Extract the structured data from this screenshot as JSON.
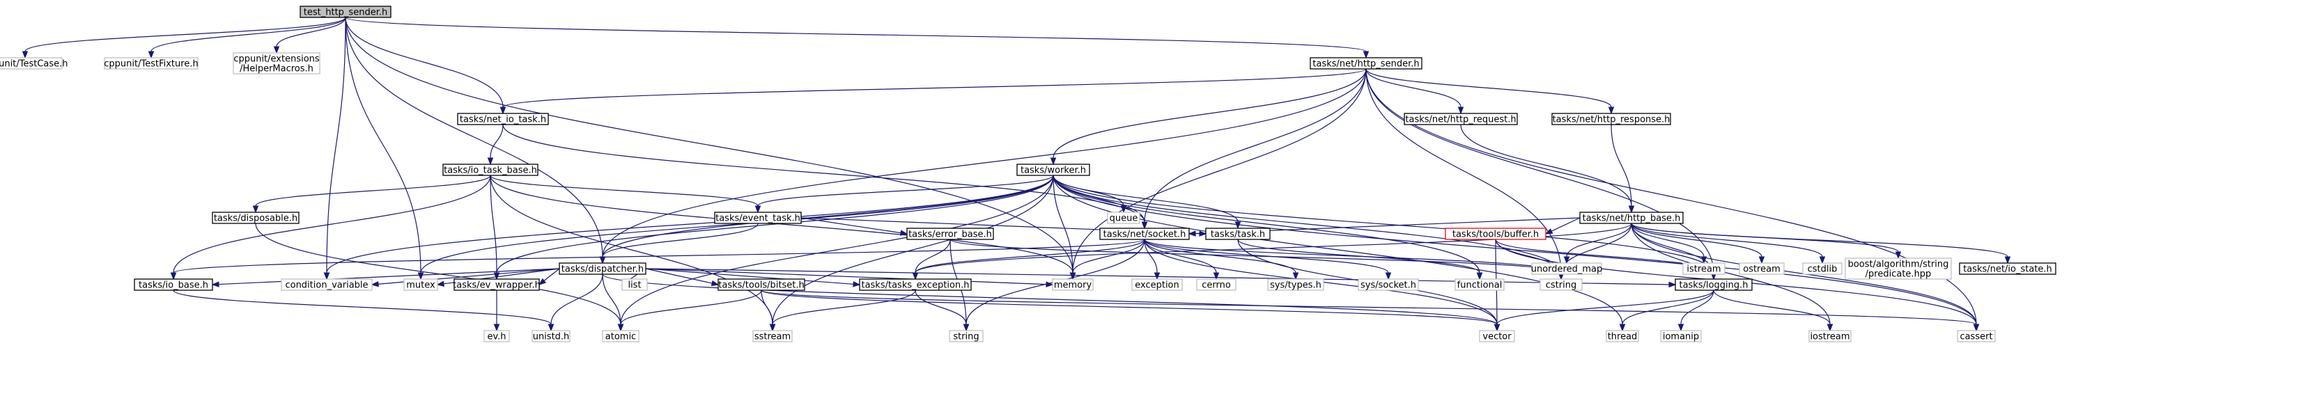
{
  "graph": {
    "nodes": [
      {
        "id": "test_http_sender",
        "label": [
          "test_http_sender.h"
        ],
        "kind": "root"
      },
      {
        "id": "cppunit_testcase",
        "label": [
          "cppunit/TestCase.h"
        ],
        "kind": "external"
      },
      {
        "id": "cppunit_testfixture",
        "label": [
          "cppunit/TestFixture.h"
        ],
        "kind": "external"
      },
      {
        "id": "cppunit_helpermacros",
        "label": [
          "cppunit/extensions",
          "/HelperMacros.h"
        ],
        "kind": "external"
      },
      {
        "id": "tasks_net_http_sender",
        "label": [
          "tasks/net/http_sender.h"
        ],
        "kind": "internal"
      },
      {
        "id": "tasks_net_io_task",
        "label": [
          "tasks/net_io_task.h"
        ],
        "kind": "internal"
      },
      {
        "id": "tasks_net_http_request",
        "label": [
          "tasks/net/http_request.h"
        ],
        "kind": "internal"
      },
      {
        "id": "tasks_net_http_response",
        "label": [
          "tasks/net/http_response.h"
        ],
        "kind": "internal"
      },
      {
        "id": "tasks_io_task_base",
        "label": [
          "tasks/io_task_base.h"
        ],
        "kind": "internal"
      },
      {
        "id": "tasks_worker",
        "label": [
          "tasks/worker.h"
        ],
        "kind": "internal"
      },
      {
        "id": "queue",
        "label": [
          "queue"
        ],
        "kind": "external"
      },
      {
        "id": "tasks_disposable",
        "label": [
          "tasks/disposable.h"
        ],
        "kind": "internal"
      },
      {
        "id": "tasks_event_task",
        "label": [
          "tasks/event_task.h"
        ],
        "kind": "internal"
      },
      {
        "id": "tasks_net_http_base",
        "label": [
          "tasks/net/http_base.h"
        ],
        "kind": "internal"
      },
      {
        "id": "tasks_task",
        "label": [
          "tasks/task.h"
        ],
        "kind": "internal"
      },
      {
        "id": "tasks_error_base",
        "label": [
          "tasks/error_base.h"
        ],
        "kind": "internal"
      },
      {
        "id": "tasks_net_socket",
        "label": [
          "tasks/net/socket.h"
        ],
        "kind": "internal"
      },
      {
        "id": "tasks_tools_buffer",
        "label": [
          "tasks/tools/buffer.h"
        ],
        "kind": "missing"
      },
      {
        "id": "unordered_map",
        "label": [
          "unordered_map"
        ],
        "kind": "external"
      },
      {
        "id": "istream",
        "label": [
          "istream"
        ],
        "kind": "external"
      },
      {
        "id": "ostream",
        "label": [
          "ostream"
        ],
        "kind": "external"
      },
      {
        "id": "cstdlib",
        "label": [
          "cstdlib"
        ],
        "kind": "external"
      },
      {
        "id": "boost_predicate",
        "label": [
          "boost/algorithm/string",
          "/predicate.hpp"
        ],
        "kind": "external"
      },
      {
        "id": "tasks_net_io_state",
        "label": [
          "tasks/net/io_state.h"
        ],
        "kind": "internal"
      },
      {
        "id": "tasks_dispatcher",
        "label": [
          "tasks/dispatcher.h"
        ],
        "kind": "internal"
      },
      {
        "id": "tasks_io_base",
        "label": [
          "tasks/io_base.h"
        ],
        "kind": "internal"
      },
      {
        "id": "condition_variable",
        "label": [
          "condition_variable"
        ],
        "kind": "external"
      },
      {
        "id": "mutex",
        "label": [
          "mutex"
        ],
        "kind": "external"
      },
      {
        "id": "tasks_ev_wrapper",
        "label": [
          "tasks/ev_wrapper.h"
        ],
        "kind": "internal"
      },
      {
        "id": "list",
        "label": [
          "list"
        ],
        "kind": "external"
      },
      {
        "id": "memory",
        "label": [
          "memory"
        ],
        "kind": "external"
      },
      {
        "id": "tasks_tasks_exception",
        "label": [
          "tasks/tasks_exception.h"
        ],
        "kind": "internal"
      },
      {
        "id": "tasks_tools_bitset",
        "label": [
          "tasks/tools/bitset.h"
        ],
        "kind": "internal"
      },
      {
        "id": "exception",
        "label": [
          "exception"
        ],
        "kind": "external"
      },
      {
        "id": "cerrno",
        "label": [
          "cerrno"
        ],
        "kind": "external"
      },
      {
        "id": "sys_types",
        "label": [
          "sys/types.h"
        ],
        "kind": "external"
      },
      {
        "id": "sys_socket",
        "label": [
          "sys/socket.h"
        ],
        "kind": "external"
      },
      {
        "id": "functional",
        "label": [
          "functional"
        ],
        "kind": "external"
      },
      {
        "id": "cstring",
        "label": [
          "cstring"
        ],
        "kind": "external"
      },
      {
        "id": "tasks_logging",
        "label": [
          "tasks/logging.h"
        ],
        "kind": "internal"
      },
      {
        "id": "ev",
        "label": [
          "ev.h"
        ],
        "kind": "external"
      },
      {
        "id": "unistd",
        "label": [
          "unistd.h"
        ],
        "kind": "external"
      },
      {
        "id": "atomic",
        "label": [
          "atomic"
        ],
        "kind": "external"
      },
      {
        "id": "sstream",
        "label": [
          "sstream"
        ],
        "kind": "external"
      },
      {
        "id": "string",
        "label": [
          "string"
        ],
        "kind": "external"
      },
      {
        "id": "vector",
        "label": [
          "vector"
        ],
        "kind": "external"
      },
      {
        "id": "thread",
        "label": [
          "thread"
        ],
        "kind": "external"
      },
      {
        "id": "iomanip",
        "label": [
          "iomanip"
        ],
        "kind": "external"
      },
      {
        "id": "iostream",
        "label": [
          "iostream"
        ],
        "kind": "external"
      },
      {
        "id": "cassert",
        "label": [
          "cassert"
        ],
        "kind": "external"
      }
    ],
    "edges": [
      [
        "test_http_sender",
        "cppunit_testcase"
      ],
      [
        "test_http_sender",
        "cppunit_testfixture"
      ],
      [
        "test_http_sender",
        "cppunit_helpermacros"
      ],
      [
        "test_http_sender",
        "tasks_net_http_sender"
      ],
      [
        "test_http_sender",
        "tasks_net_io_task"
      ],
      [
        "test_http_sender",
        "tasks_dispatcher"
      ],
      [
        "test_http_sender",
        "condition_variable"
      ],
      [
        "test_http_sender",
        "mutex"
      ],
      [
        "test_http_sender",
        "memory"
      ],
      [
        "tasks_net_http_sender",
        "tasks_net_io_task"
      ],
      [
        "tasks_net_http_sender",
        "tasks_net_http_request"
      ],
      [
        "tasks_net_http_sender",
        "tasks_net_http_response"
      ],
      [
        "tasks_net_http_sender",
        "tasks_worker"
      ],
      [
        "tasks_net_http_sender",
        "tasks_dispatcher"
      ],
      [
        "tasks_net_http_sender",
        "tasks_net_socket"
      ],
      [
        "tasks_net_http_sender",
        "memory"
      ],
      [
        "tasks_net_http_sender",
        "cstring"
      ],
      [
        "tasks_net_http_sender",
        "tasks_logging"
      ],
      [
        "tasks_net_http_sender",
        "cassert"
      ],
      [
        "tasks_net_io_task",
        "tasks_io_task_base"
      ],
      [
        "tasks_net_io_task",
        "tasks_net_socket"
      ],
      [
        "tasks_net_http_request",
        "tasks_net_http_base"
      ],
      [
        "tasks_net_http_response",
        "tasks_net_http_base"
      ],
      [
        "tasks_io_task_base",
        "tasks_disposable"
      ],
      [
        "tasks_io_task_base",
        "tasks_event_task"
      ],
      [
        "tasks_io_task_base",
        "tasks_io_base"
      ],
      [
        "tasks_io_task_base",
        "tasks_ev_wrapper"
      ],
      [
        "tasks_io_task_base",
        "memory"
      ],
      [
        "tasks_io_task_base",
        "sstream"
      ],
      [
        "tasks_disposable",
        "atomic"
      ],
      [
        "tasks_worker",
        "queue"
      ],
      [
        "tasks_worker",
        "tasks_event_task"
      ],
      [
        "tasks_worker",
        "tasks_dispatcher"
      ],
      [
        "tasks_worker",
        "tasks_task"
      ],
      [
        "tasks_worker",
        "tasks_net_socket"
      ],
      [
        "tasks_worker",
        "condition_variable"
      ],
      [
        "tasks_worker",
        "mutex"
      ],
      [
        "tasks_worker",
        "tasks_ev_wrapper"
      ],
      [
        "tasks_worker",
        "memory"
      ],
      [
        "tasks_worker",
        "atomic"
      ],
      [
        "tasks_worker",
        "sstream"
      ],
      [
        "tasks_worker",
        "functional"
      ],
      [
        "tasks_worker",
        "cstring"
      ],
      [
        "tasks_worker",
        "thread"
      ],
      [
        "tasks_worker",
        "tasks_logging"
      ],
      [
        "tasks_worker",
        "cassert"
      ],
      [
        "tasks_event_task",
        "tasks_dispatcher"
      ],
      [
        "tasks_event_task",
        "tasks_error_base"
      ],
      [
        "tasks_event_task",
        "tasks_task"
      ],
      [
        "tasks_error_base",
        "tasks_tasks_exception"
      ],
      [
        "tasks_error_base",
        "string"
      ],
      [
        "tasks_error_base",
        "cstring"
      ],
      [
        "tasks_task",
        "functional"
      ],
      [
        "tasks_task",
        "vector"
      ],
      [
        "tasks_net_http_base",
        "tasks_net_socket"
      ],
      [
        "tasks_net_http_base",
        "tasks_tools_buffer"
      ],
      [
        "tasks_net_http_base",
        "unordered_map"
      ],
      [
        "tasks_net_http_base",
        "istream"
      ],
      [
        "tasks_net_http_base",
        "ostream"
      ],
      [
        "tasks_net_http_base",
        "cstdlib"
      ],
      [
        "tasks_net_http_base",
        "boost_predicate"
      ],
      [
        "tasks_net_http_base",
        "tasks_net_io_state"
      ],
      [
        "tasks_net_http_base",
        "tasks_tasks_exception"
      ],
      [
        "tasks_net_http_base",
        "tasks_logging"
      ],
      [
        "tasks_net_http_base",
        "cstring"
      ],
      [
        "tasks_net_http_base",
        "iostream"
      ],
      [
        "tasks_net_http_base",
        "cassert"
      ],
      [
        "tasks_net_socket",
        "tasks_io_base"
      ],
      [
        "tasks_net_socket",
        "tasks_tasks_exception"
      ],
      [
        "tasks_net_socket",
        "memory"
      ],
      [
        "tasks_net_socket",
        "exception"
      ],
      [
        "tasks_net_socket",
        "cerrno"
      ],
      [
        "tasks_net_socket",
        "sys_types"
      ],
      [
        "tasks_net_socket",
        "sys_socket"
      ],
      [
        "tasks_net_socket",
        "string"
      ],
      [
        "tasks_net_socket",
        "vector"
      ],
      [
        "tasks_net_socket",
        "cstring"
      ],
      [
        "tasks_tools_buffer",
        "tasks_logging"
      ],
      [
        "tasks_tools_buffer",
        "vector"
      ],
      [
        "tasks_tools_buffer",
        "cstring"
      ],
      [
        "tasks_tools_buffer",
        "cassert"
      ],
      [
        "tasks_dispatcher",
        "tasks_io_base"
      ],
      [
        "tasks_dispatcher",
        "condition_variable"
      ],
      [
        "tasks_dispatcher",
        "mutex"
      ],
      [
        "tasks_dispatcher",
        "tasks_ev_wrapper"
      ],
      [
        "tasks_dispatcher",
        "list"
      ],
      [
        "tasks_dispatcher",
        "memory"
      ],
      [
        "tasks_dispatcher",
        "tasks_tasks_exception"
      ],
      [
        "tasks_dispatcher",
        "tasks_tools_bitset"
      ],
      [
        "tasks_dispatcher",
        "unistd"
      ],
      [
        "tasks_dispatcher",
        "atomic"
      ],
      [
        "tasks_dispatcher",
        "vector"
      ],
      [
        "tasks_dispatcher",
        "tasks_logging"
      ],
      [
        "tasks_io_base",
        "unistd"
      ],
      [
        "tasks_ev_wrapper",
        "ev"
      ],
      [
        "tasks_tasks_exception",
        "sstream"
      ],
      [
        "tasks_tasks_exception",
        "string"
      ],
      [
        "tasks_tools_bitset",
        "atomic"
      ],
      [
        "tasks_tools_bitset",
        "sstream"
      ],
      [
        "tasks_tools_bitset",
        "vector"
      ],
      [
        "tasks_tools_bitset",
        "cassert"
      ],
      [
        "tasks_logging",
        "vector"
      ],
      [
        "tasks_logging",
        "thread"
      ],
      [
        "tasks_logging",
        "iomanip"
      ],
      [
        "tasks_logging",
        "iostream"
      ]
    ]
  },
  "colors": {
    "edge": "#191970",
    "root_fill": "#bfbfbf",
    "internal_border": "#000000",
    "external_border": "#bfbfbf",
    "missing_border": "#ff0000",
    "background": "#ffffff"
  }
}
